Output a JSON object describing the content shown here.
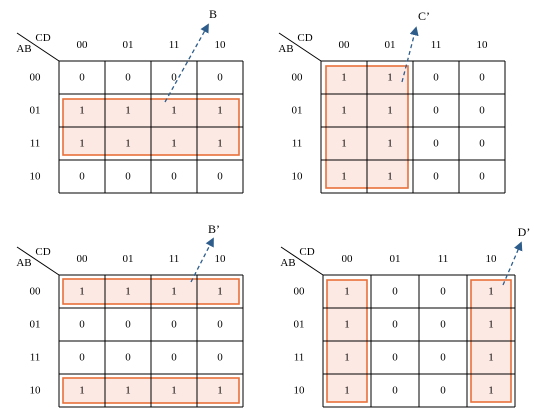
{
  "maps": [
    {
      "row_var": "AB",
      "col_var": "CD",
      "col_labels": [
        "00",
        "01",
        "11",
        "10"
      ],
      "row_labels": [
        "00",
        "01",
        "11",
        "10"
      ],
      "cells": [
        [
          "0",
          "0",
          "0",
          "0"
        ],
        [
          "1",
          "1",
          "1",
          "1"
        ],
        [
          "1",
          "1",
          "1",
          "1"
        ],
        [
          "0",
          "0",
          "0",
          "0"
        ]
      ],
      "groups": [
        {
          "rows": [
            1,
            2
          ],
          "cols": [
            0,
            3
          ]
        }
      ],
      "term": "B"
    },
    {
      "row_var": "AB",
      "col_var": "CD",
      "col_labels": [
        "00",
        "01",
        "11",
        "10"
      ],
      "row_labels": [
        "00",
        "01",
        "11",
        "10"
      ],
      "cells": [
        [
          "1",
          "1",
          "0",
          "0"
        ],
        [
          "1",
          "1",
          "0",
          "0"
        ],
        [
          "1",
          "1",
          "0",
          "0"
        ],
        [
          "1",
          "1",
          "0",
          "0"
        ]
      ],
      "groups": [
        {
          "rows": [
            0,
            3
          ],
          "cols": [
            0,
            1
          ]
        }
      ],
      "term": "C’"
    },
    {
      "row_var": "AB",
      "col_var": "CD",
      "col_labels": [
        "00",
        "01",
        "11",
        "10"
      ],
      "row_labels": [
        "00",
        "01",
        "11",
        "10"
      ],
      "cells": [
        [
          "1",
          "1",
          "1",
          "1"
        ],
        [
          "0",
          "0",
          "0",
          "0"
        ],
        [
          "0",
          "0",
          "0",
          "0"
        ],
        [
          "1",
          "1",
          "1",
          "1"
        ]
      ],
      "groups": [
        {
          "rows": [
            0,
            0
          ],
          "cols": [
            0,
            3
          ]
        },
        {
          "rows": [
            3,
            3
          ],
          "cols": [
            0,
            3
          ]
        }
      ],
      "term": "B’"
    },
    {
      "row_var": "AB",
      "col_var": "CD",
      "col_labels": [
        "00",
        "01",
        "11",
        "10"
      ],
      "row_labels": [
        "00",
        "01",
        "11",
        "10"
      ],
      "cells": [
        [
          "1",
          "0",
          "0",
          "1"
        ],
        [
          "1",
          "0",
          "0",
          "1"
        ],
        [
          "1",
          "0",
          "0",
          "1"
        ],
        [
          "1",
          "0",
          "0",
          "1"
        ]
      ],
      "groups": [
        {
          "rows": [
            0,
            3
          ],
          "cols": [
            0,
            0
          ]
        },
        {
          "rows": [
            0,
            3
          ],
          "cols": [
            3,
            3
          ]
        }
      ],
      "term": "D’"
    }
  ],
  "colors": {
    "grid": "#000000",
    "group_stroke": "#e8703a",
    "group_fill": "#fde9e3",
    "arrow": "#2e5d8c"
  }
}
